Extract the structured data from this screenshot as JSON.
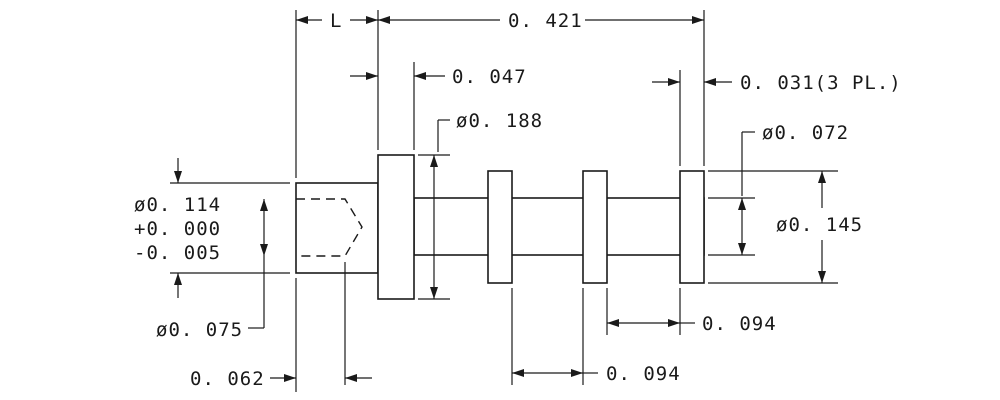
{
  "dimensions": {
    "L": "L",
    "overall_length": "0. 421",
    "flange_thickness": "0. 047",
    "collar_thickness": "0. 031(3 PL.)",
    "flange_diameter": "ø0. 188",
    "collar_diameter": "ø0. 072",
    "body_diameter": "ø0. 145",
    "bore_diameter": "ø0. 114",
    "bore_tol_plus": "+0. 000",
    "bore_tol_minus": "-0. 005",
    "pin_diameter": "ø0. 075",
    "bore_depth": "0. 062",
    "collar_spacing_upper": "0. 094",
    "collar_spacing_lower": "0. 094"
  }
}
